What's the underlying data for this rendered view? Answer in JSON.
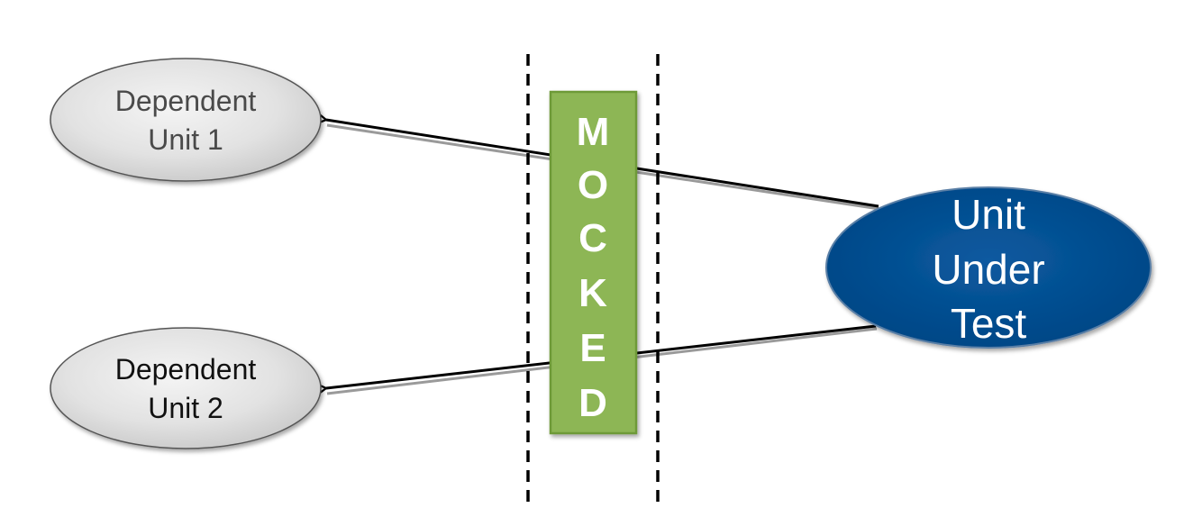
{
  "diagram": {
    "dependent1": {
      "line1": "Dependent",
      "line2": "Unit 1"
    },
    "dependent2": {
      "line1": "Dependent",
      "line2": "Unit 2"
    },
    "unit_under_test": {
      "line1": "Unit",
      "line2": "Under",
      "line3": "Test"
    },
    "mocked": {
      "letters": [
        "M",
        "O",
        "C",
        "K",
        "E",
        "D"
      ]
    },
    "colors": {
      "unit_under_test_fill": "#004A8C",
      "mocked_fill": "#8DB654",
      "mocked_text": "#FFFFFF",
      "dependent_fill": "#E3E3E3",
      "dependent1_text": "#4A4A4A",
      "dependent2_text": "#111111",
      "boundary_line": "#000000",
      "arrow": "#000000"
    }
  }
}
